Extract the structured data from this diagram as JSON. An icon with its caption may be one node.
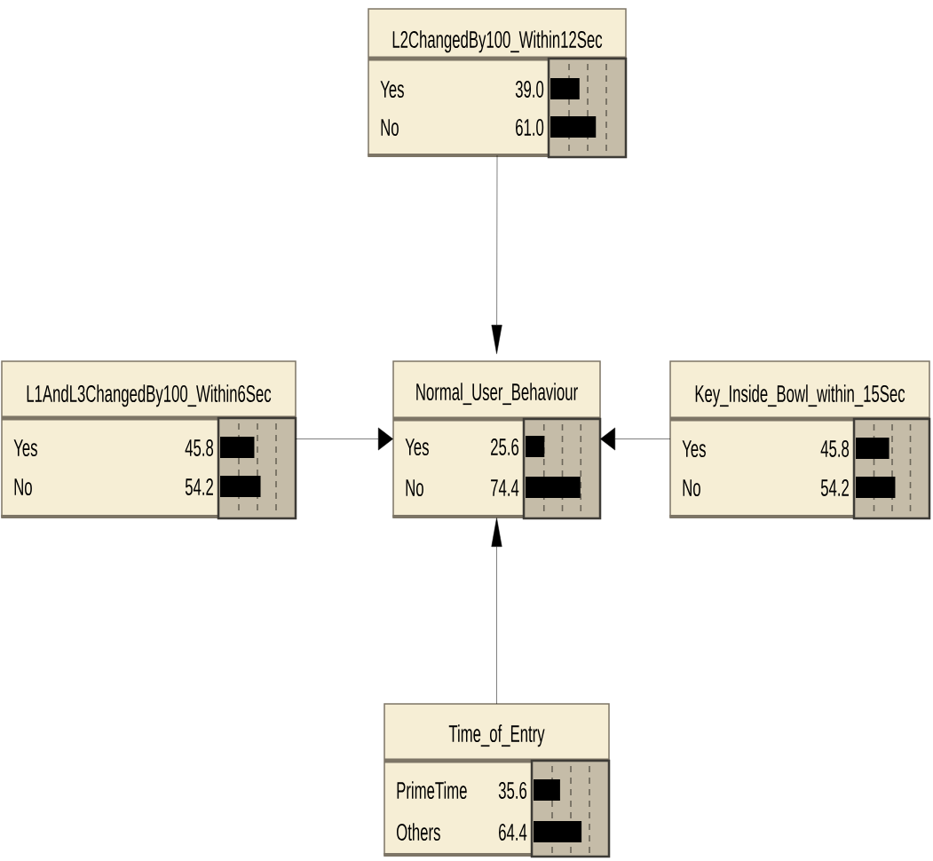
{
  "diagram": {
    "nodes": [
      {
        "text": [
          "L2ChangedBy100_Within12Sec",
          "Yes",
          "39.0",
          "No",
          "61.0"
        ]
      },
      {
        "text": [
          "L1AndL3ChangedBy100_Within6Sec",
          "Yes",
          "45.8",
          "No",
          "54.2"
        ]
      },
      {
        "text": [
          "Normal_User_Behaviour",
          "Yes",
          "25.6",
          "No",
          "74.4"
        ]
      },
      {
        "text": [
          "Key_Inside_Bowl_within_15Sec",
          "Yes",
          "45.8",
          "No",
          "54.2"
        ]
      },
      {
        "text": [
          "Time_of_Entry",
          "PrimeTime",
          "35.6",
          "Others",
          "64.4"
        ]
      }
    ],
    "edges": [
      {
        "from": 0,
        "to": 2,
        "arrow": "to"
      },
      {
        "from": 1,
        "to": 2,
        "arrow": "to"
      },
      {
        "from": 3,
        "to": 2,
        "arrow": "to"
      },
      {
        "from": 4,
        "to": 2,
        "arrow": "to"
      }
    ]
  }
}
